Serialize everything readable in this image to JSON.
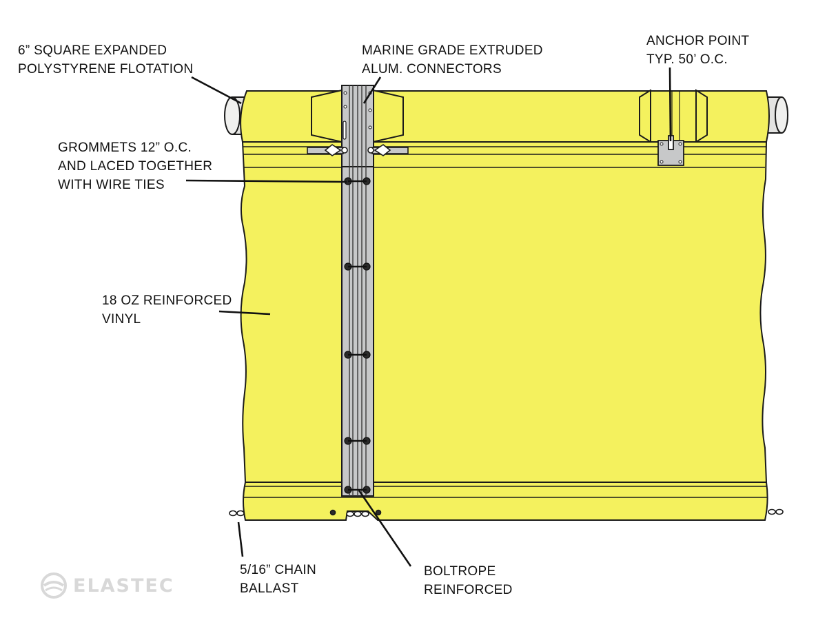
{
  "colors": {
    "vinyl": "#f4f15e",
    "vinyl_outline": "#1a1a1a",
    "connector": "#c7c8c9",
    "float_end": "#e3e3e1",
    "logo": "#d8d8d8"
  },
  "callouts": {
    "flotation": {
      "lines": [
        "6” SQUARE EXPANDED",
        "POLYSTYRENE FLOTATION"
      ]
    },
    "connectors": {
      "lines": [
        "MARINE GRADE EXTRUDED",
        "ALUM. CONNECTORS"
      ]
    },
    "anchor": {
      "lines": [
        "ANCHOR POINT",
        "TYP. 50’ O.C."
      ]
    },
    "grommets": {
      "lines": [
        "GROMMETS 12” O.C.",
        "AND LACED TOGETHER",
        "WITH WIRE TIES"
      ]
    },
    "vinyl": {
      "lines": [
        "18 OZ REINFORCED",
        "VINYL"
      ]
    },
    "chain": {
      "lines": [
        "5/16” CHAIN",
        "BALLAST"
      ]
    },
    "boltrope": {
      "lines": [
        "BOLTROPE",
        "REINFORCED"
      ]
    }
  },
  "brand": {
    "name": "ELASTEC",
    "icon": "elastec-logo-icon"
  }
}
